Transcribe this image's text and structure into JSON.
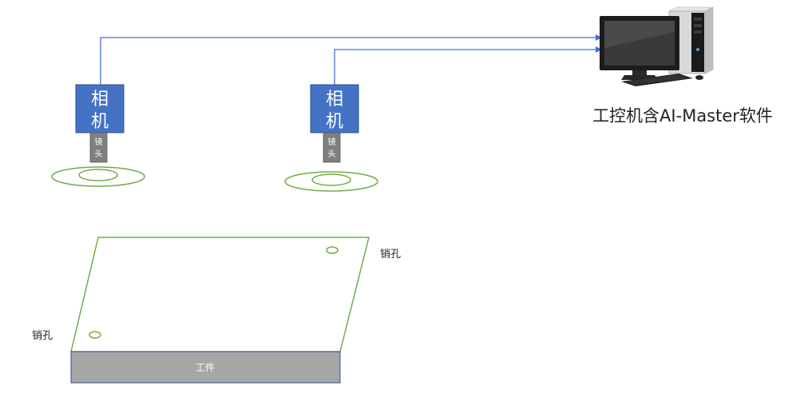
{
  "camera_left": {
    "line1": "相",
    "line2": "机",
    "lens_line1": "镜",
    "lens_line2": "头"
  },
  "camera_right": {
    "line1": "相",
    "line2": "机",
    "lens_line1": "镜",
    "lens_line2": "头"
  },
  "computer": {
    "label": "工控机含AI-Master软件"
  },
  "workpiece": {
    "label": "工件"
  },
  "pin_hole_right": {
    "label": "销孔"
  },
  "pin_hole_left": {
    "label": "销孔"
  },
  "colors": {
    "camera_fill": "#4472c4",
    "lens_fill": "#7f7f7f",
    "arrow": "#4472c4",
    "outline_green": "#70ad47",
    "workpiece_side": "#a6a6a6"
  }
}
